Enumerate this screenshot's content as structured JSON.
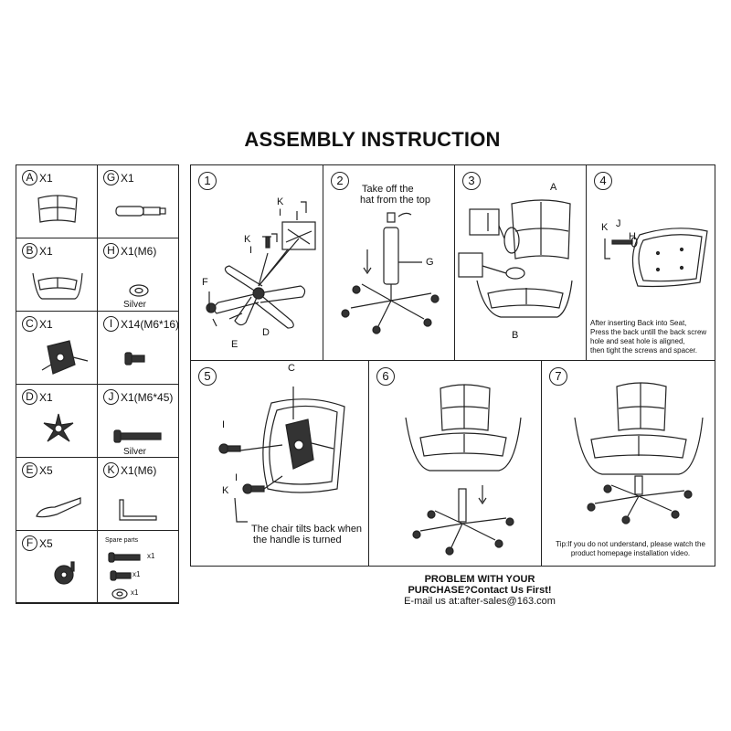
{
  "title": "ASSEMBLY INSTRUCTION",
  "parts": [
    {
      "letter": "A",
      "qty": "X1",
      "note": ""
    },
    {
      "letter": "G",
      "qty": "X1",
      "note": ""
    },
    {
      "letter": "B",
      "qty": "X1",
      "note": ""
    },
    {
      "letter": "H",
      "qty": "X1(M6)",
      "note": "Silver"
    },
    {
      "letter": "C",
      "qty": "X1",
      "note": ""
    },
    {
      "letter": "I",
      "qty": "X14(M6*16)",
      "note": ""
    },
    {
      "letter": "D",
      "qty": "X1",
      "note": ""
    },
    {
      "letter": "J",
      "qty": "X1(M6*45)",
      "note": "Silver"
    },
    {
      "letter": "E",
      "qty": "X5",
      "note": ""
    },
    {
      "letter": "K",
      "qty": "X1(M6)",
      "note": ""
    },
    {
      "letter": "F",
      "qty": "X5",
      "note": ""
    }
  ],
  "spare": {
    "title": "Spare parts",
    "qty1": "x1",
    "qty2": "x1",
    "qty3": "x1"
  },
  "steps": [
    {
      "num": "1",
      "labels": [
        "K",
        "I",
        "K",
        "I",
        "F",
        "E",
        "D"
      ]
    },
    {
      "num": "2",
      "caption1": "Take off the",
      "caption2": "hat from the top",
      "labels": [
        "G"
      ]
    },
    {
      "num": "3",
      "labels": [
        "A",
        "B"
      ]
    },
    {
      "num": "4",
      "labels": [
        "K",
        "J",
        "H"
      ],
      "note": [
        "After inserting Back into Seat,",
        "Press the back untill the back screw",
        "hole and seat hole is aligned,",
        "then tight the screws and spacer."
      ]
    },
    {
      "num": "5",
      "labels": [
        "C",
        "I",
        "I",
        "K"
      ],
      "caption": [
        "The chair tilts back when",
        "the handle is turned"
      ]
    },
    {
      "num": "6"
    },
    {
      "num": "7",
      "tip": [
        "Tip:If you do not understand, please watch the",
        "product homepage installation video."
      ]
    }
  ],
  "footer": {
    "line1": "PROBLEM WITH YOUR",
    "line2": "PURCHASE?Contact Us First!",
    "line3": "E-mail us at:after-sales@163.com"
  }
}
